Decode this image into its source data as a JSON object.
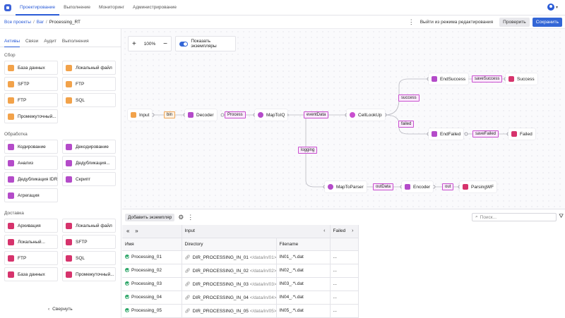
{
  "topnav": {
    "tabs": [
      {
        "label": "Проектирование",
        "active": true
      },
      {
        "label": "Выполнение",
        "active": false
      },
      {
        "label": "Мониторинг",
        "active": false
      },
      {
        "label": "Администрирование",
        "active": false
      }
    ]
  },
  "breadcrumb": [
    "Все проекты",
    "Bar",
    "Processing_RT"
  ],
  "actions": {
    "exit_edit": "Выйти из режима редактирования",
    "check": "Проверить",
    "save": "Сохранить"
  },
  "sidebar": {
    "tabs": [
      {
        "label": "Активы",
        "active": true
      },
      {
        "label": "Связи",
        "active": false
      },
      {
        "label": "Аудит",
        "active": false
      },
      {
        "label": "Выполнения",
        "active": false
      }
    ],
    "sections": [
      {
        "title": "Сбор",
        "items": [
          {
            "label": "База данных",
            "icon": "database-icon",
            "color": "#f2a24a"
          },
          {
            "label": "Локальный файл",
            "icon": "local-file-icon",
            "color": "#f2a24a"
          },
          {
            "label": "SFTP",
            "icon": "sftp-icon",
            "color": "#f2a24a"
          },
          {
            "label": "FTP",
            "icon": "ftp-icon",
            "color": "#f2a24a"
          },
          {
            "label": "FTP",
            "icon": "ftp-icon",
            "color": "#f2a24a"
          },
          {
            "label": "SQL",
            "icon": "sql-icon",
            "color": "#f2a24a"
          },
          {
            "label": "Промежуточный...",
            "icon": "intermediate-icon",
            "color": "#f2a24a"
          }
        ]
      },
      {
        "title": "Обработка",
        "items": [
          {
            "label": "Кодирование",
            "icon": "encode-icon",
            "color": "#b44bc9"
          },
          {
            "label": "Декодирование",
            "icon": "decode-icon",
            "color": "#b44bc9"
          },
          {
            "label": "Анализ",
            "icon": "analysis-icon",
            "color": "#b44bc9"
          },
          {
            "label": "Дедубликация...",
            "icon": "dedup-icon",
            "color": "#b44bc9"
          },
          {
            "label": "Дедубликация IDR",
            "icon": "dedup-idr-icon",
            "color": "#b44bc9"
          },
          {
            "label": "Скрипт",
            "icon": "script-icon",
            "color": "#b44bc9"
          },
          {
            "label": "Агрегация",
            "icon": "aggregation-icon",
            "color": "#b44bc9"
          }
        ]
      },
      {
        "title": "Доставка",
        "items": [
          {
            "label": "Архивация",
            "icon": "archive-icon",
            "color": "#d6336c"
          },
          {
            "label": "Локальный файл",
            "icon": "local-file-icon",
            "color": "#d6336c"
          },
          {
            "label": "Локальный...",
            "icon": "local-icon",
            "color": "#d6336c"
          },
          {
            "label": "SFTP",
            "icon": "sftp-icon",
            "color": "#d6336c"
          },
          {
            "label": "FTP",
            "icon": "ftp-icon",
            "color": "#d6336c"
          },
          {
            "label": "SQL",
            "icon": "sql-icon",
            "color": "#d6336c"
          },
          {
            "label": "База данных",
            "icon": "database-icon",
            "color": "#d6336c"
          },
          {
            "label": "Промежуточный...",
            "icon": "intermediate-icon",
            "color": "#d6336c"
          }
        ]
      }
    ],
    "collapse_label": "Свернуть"
  },
  "canvas": {
    "zoom": "100%",
    "show_instances_label": "Показать экземпляры",
    "show_instances": true,
    "nodes": {
      "input": "Input",
      "decoder": "Decoder",
      "maptoiq": "MapToIQ",
      "celllookup": "CellLookUp",
      "endsuccess": "EndSuccess",
      "success": "Success",
      "endfailed": "EndFailed",
      "failed": "Failed",
      "maptoparser": "MapToParser",
      "encoder": "Encoder",
      "parsingwf": "ParsingWF"
    },
    "edges": {
      "bin": "bin",
      "process": "Process",
      "eventdata": "eventData",
      "success": "success",
      "failed": "failed",
      "savesuccess": "saveSuccess",
      "savefailed": "saveFailed",
      "logging": "logging",
      "outdata": "outData",
      "out": "out"
    }
  },
  "instances": {
    "add_label": "Добавить экземпляр",
    "search_placeholder": "Поиск...",
    "group_input": "Input",
    "group_failed": "Failed",
    "columns": {
      "name": "Имя",
      "directory": "Directory",
      "filename": "Filename"
    },
    "rows": [
      {
        "name": "Processing_01",
        "dir": "DIR_PROCESSING_IN_01",
        "path": "</data/in/01>",
        "file": "IN01_.*\\.dat",
        "failed": "..."
      },
      {
        "name": "Processing_02",
        "dir": "DIR_PROCESSING_IN_02",
        "path": "</data/in/02>",
        "file": "IN02_.*\\.dat",
        "failed": "..."
      },
      {
        "name": "Processing_03",
        "dir": "DIR_PROCESSING_IN_03",
        "path": "</data/in/03>",
        "file": "IN03_.*\\.dat",
        "failed": "..."
      },
      {
        "name": "Processing_04",
        "dir": "DIR_PROCESSING_IN_04",
        "path": "</data/in/04>",
        "file": "IN04_.*\\.dat",
        "failed": "..."
      },
      {
        "name": "Processing_05",
        "dir": "DIR_PROCESSING_IN_05",
        "path": "</data/in/05>",
        "file": "IN05_.*\\.dat",
        "failed": "..."
      }
    ]
  }
}
